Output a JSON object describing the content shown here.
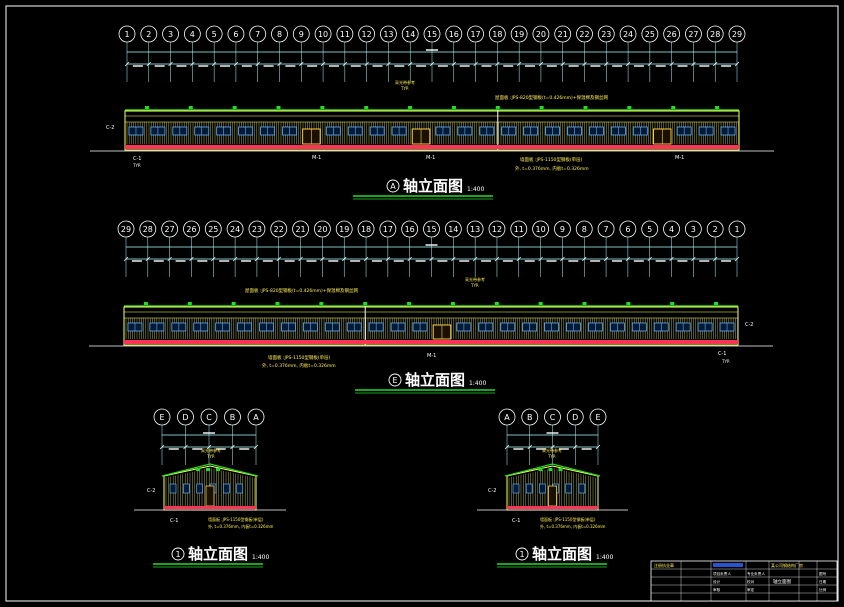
{
  "views": {
    "front": {
      "grid_labels": [
        "1",
        "2",
        "3",
        "4",
        "5",
        "6",
        "7",
        "8",
        "9",
        "10",
        "11",
        "12",
        "13",
        "14",
        "15",
        "16",
        "17",
        "18",
        "19",
        "20",
        "21",
        "22",
        "23",
        "24",
        "25",
        "26",
        "27",
        "28",
        "29"
      ],
      "title_badge": "A",
      "title": "轴立面图",
      "scale": "1:400",
      "annotations": {
        "top_mid": "采光带参考",
        "top_mid2": "TYP.",
        "top_right": "屋面板 :JPS-820型钢板(t=0.426mm)+保温棉及钢丝网",
        "wall": "墙面板 :JPS-1150型钢板(单层)",
        "wall2": "外, t=0.376mm, 内板t=0.326mm",
        "c2": "C-2",
        "c1": "C-1",
        "typ": "TYP.",
        "m1": "M-1"
      }
    },
    "back": {
      "grid_labels": [
        "29",
        "28",
        "27",
        "26",
        "25",
        "24",
        "23",
        "22",
        "21",
        "20",
        "19",
        "18",
        "17",
        "16",
        "15",
        "14",
        "13",
        "12",
        "11",
        "10",
        "9",
        "8",
        "7",
        "6",
        "5",
        "4",
        "3",
        "2",
        "1"
      ],
      "title_badge": "E",
      "title": "轴立面图",
      "scale": "1:400",
      "annotations": {
        "top_mid": "采光带参考",
        "top_mid2": "TYP.",
        "top_left": "屋面板 :JPS-820型钢板(t=0.426mm)+保温棉及钢丝网",
        "wall": "墙面板 :JPS-1150型钢板(单层)",
        "wall2": "外, t=0.376mm, 内板t=0.326mm",
        "c2": "C-2",
        "c1": "C-1",
        "typ": "TYP.",
        "m1": "M-1"
      }
    },
    "left_side": {
      "grid_labels": [
        "E",
        "D",
        "C",
        "B",
        "A"
      ],
      "title_badge": "1",
      "title": "轴立面图",
      "scale": "1:400",
      "annotations": {
        "roof": "采光带参考",
        "typ": "TYP.",
        "c2": "C-2",
        "c1": "C-1",
        "wall": "墙面板 :JPS-1150型钢板(单层)",
        "wall2": "外, t=0.376mm, 内板t=0.326mm"
      }
    },
    "right_side": {
      "grid_labels": [
        "A",
        "B",
        "C",
        "D",
        "E"
      ],
      "title_badge": "1",
      "title": "轴立面图",
      "scale": "1:400",
      "annotations": {
        "roof": "采光带参考",
        "typ": "TYP.",
        "c2": "C-2",
        "c1": "C-1",
        "wall": "墙面板 :JPS-1150型钢板(单层)",
        "wall2": "外, t=0.376mm, 内板t=0.326mm"
      }
    }
  },
  "title_block": {
    "company": "注册执业章",
    "project": "某公司钢结构厂房",
    "sheet": "轴立面图",
    "roles": [
      "项目负责人",
      "专业负责人",
      "设计",
      "校对",
      "审核",
      "审定"
    ],
    "items": [
      "图号",
      "日期",
      "比例"
    ]
  },
  "colors": {
    "background": "#000000",
    "frame": "#ffffff",
    "axis": "#aaffff",
    "wall": "#ffff66",
    "roof_green": "#22dd22",
    "base": "#ff3355",
    "window": "#66aaff",
    "door": "#ffcc44",
    "text_white": "#ffffff",
    "text_yellow": "#ffee55"
  }
}
